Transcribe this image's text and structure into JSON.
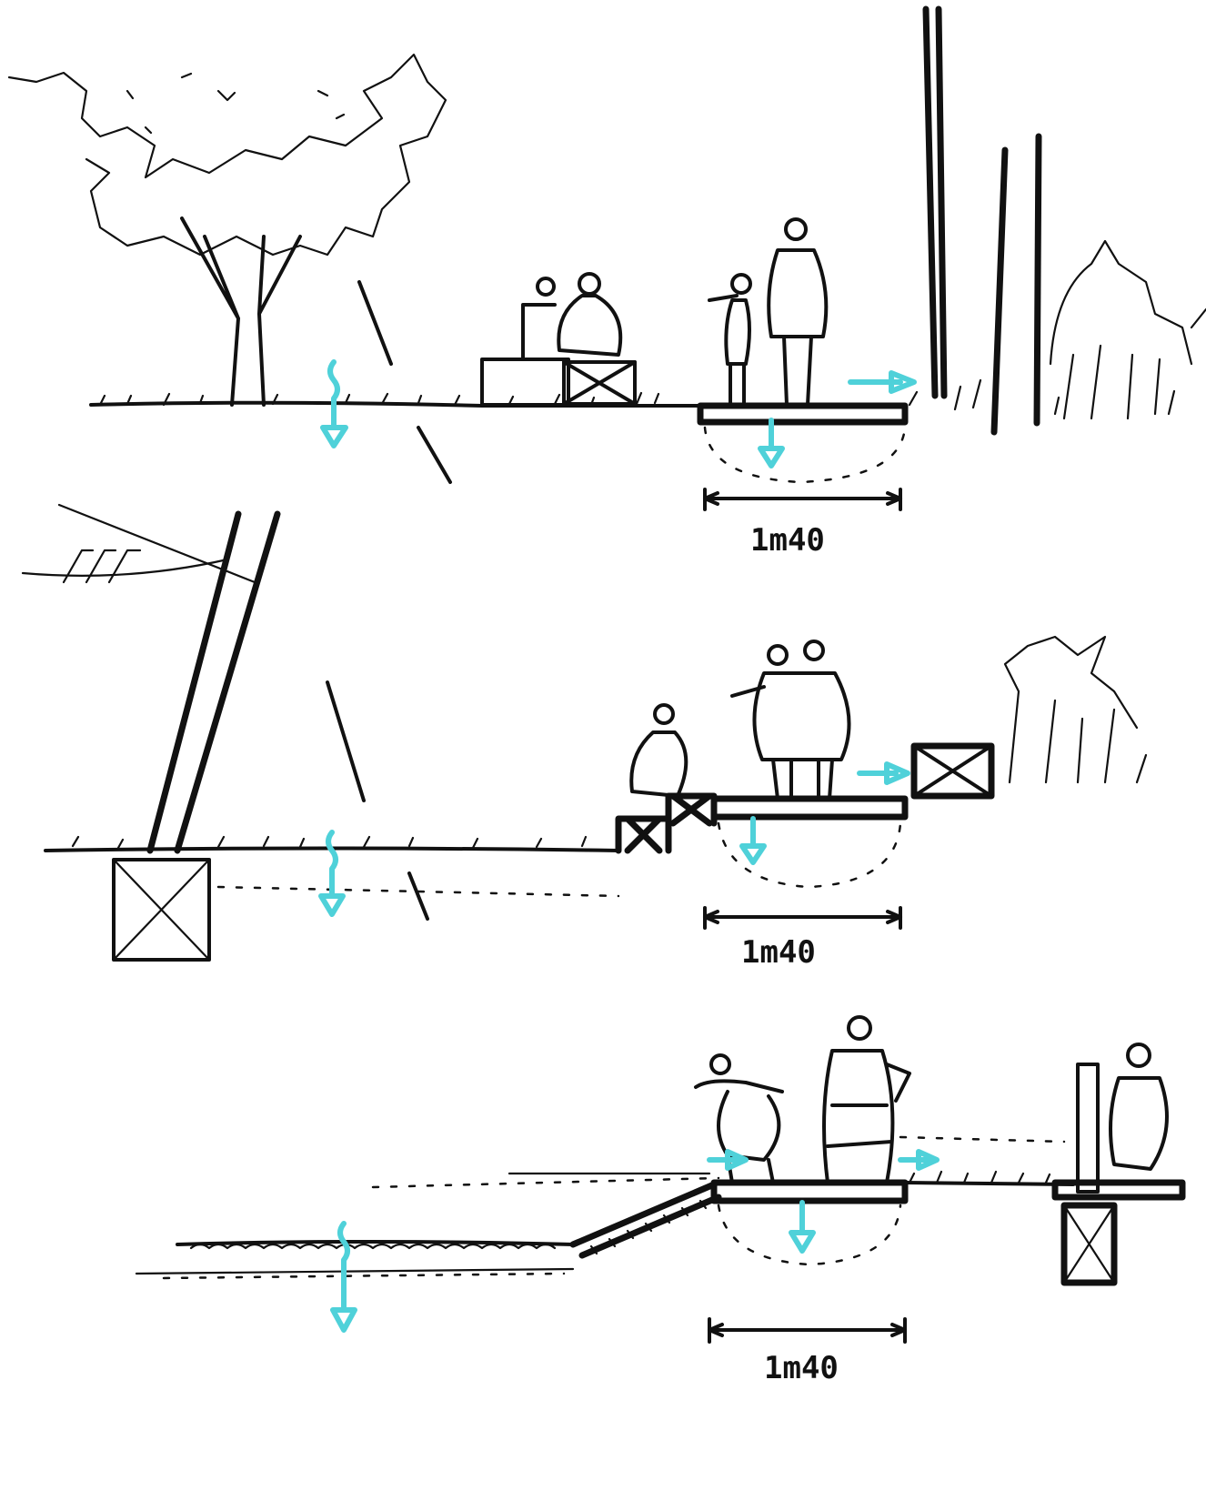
{
  "sections": [
    {
      "id": "section-1",
      "dimension_label": "1m40"
    },
    {
      "id": "section-2",
      "dimension_label": "1m40"
    },
    {
      "id": "section-3",
      "dimension_label": "1m40"
    }
  ],
  "colors": {
    "ink": "#111111",
    "water_arrow": "#4fd1d9",
    "paper": "#ffffff"
  }
}
